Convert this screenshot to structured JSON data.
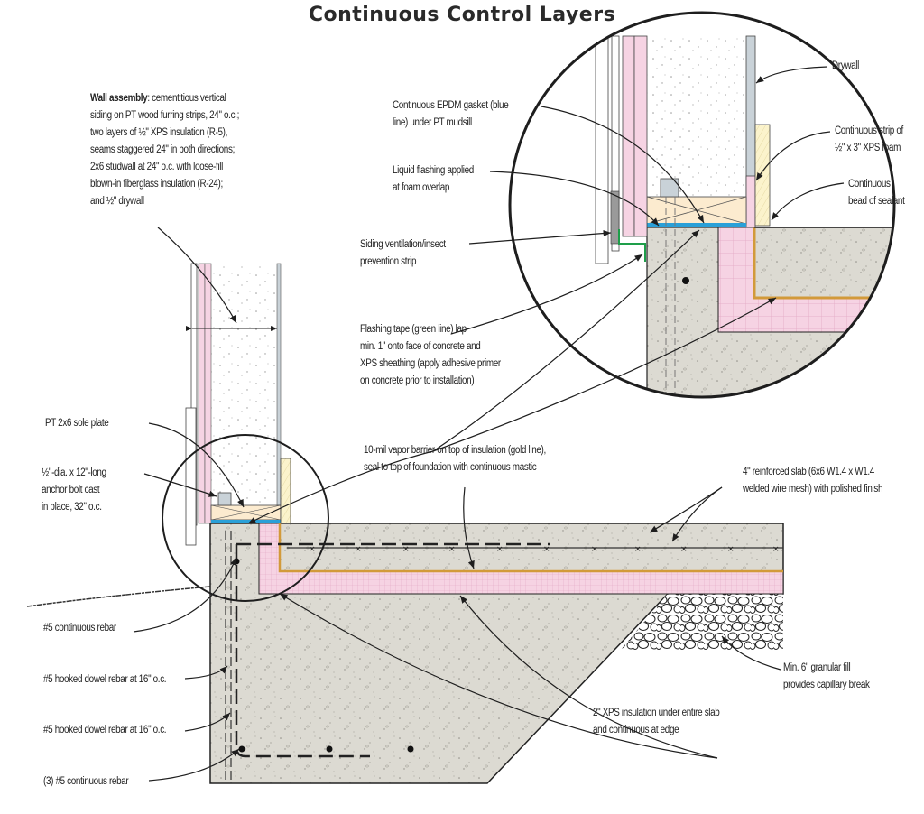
{
  "title": "Continuous Control Layers",
  "colors": {
    "concrete": "#dcdad2",
    "xps_pink": "#f6d3e3",
    "xps_grid": "#e2a8c4",
    "sill_wood": "#fcebcf",
    "drywall": "#c9d2d8",
    "vapor_barrier_gold": "#d29a3a",
    "epdm_gasket_blue": "#2aa0d8",
    "flashing_tape_green": "#1e9e4a",
    "line": "#1e1e1e"
  },
  "labels": {
    "wall_assembly": {
      "heading": "Wall assembly",
      "lines": [
        ": cementitious vertical",
        "siding on PT wood furring strips, 24\" o.c.;",
        "two layers of ½\" XPS insulation (R-5),",
        "seams staggered 24\" in both directions;",
        "2x6 studwall at 24\" o.c. with loose-fill",
        "blown-in fiberglass insulation (R-24);",
        "and ½\" drywall"
      ]
    },
    "epdm_gasket": [
      "Continuous EPDM gasket (blue",
      "line) under PT mudsill"
    ],
    "liquid_flashing": [
      "Liquid flashing applied",
      "at foam overlap"
    ],
    "siding_strip": [
      "Siding ventilation/insect",
      "prevention strip"
    ],
    "flashing_tape": [
      "Flashing tape (green line) lap",
      "min. 1\" onto face of concrete and",
      "XPS sheathing (apply adhesive primer",
      "on concrete prior to installation)"
    ],
    "drywall": [
      "Drywall"
    ],
    "xps_strip": [
      "Continuous strip of",
      "½\" x 3\" XPS foam"
    ],
    "sealant": [
      "Continuous",
      "bead of sealant"
    ],
    "sole_plate": [
      "PT 2x6 sole plate"
    ],
    "anchor_bolt": [
      "½\"-dia. x 12\"-long",
      "anchor bolt cast",
      "in place, 32\" o.c."
    ],
    "vapor_barrier": [
      "10-mil vapor barrier on top of insulation (gold line),",
      "seal to top of foundation with continuous mastic"
    ],
    "slab": [
      "4\" reinforced slab (6x6 W1.4 x W1.4",
      "welded wire mesh) with polished finish"
    ],
    "rebar_5": [
      "#5 continuous rebar"
    ],
    "dowel_1": [
      "#5 hooked dowel rebar at 16\" o.c."
    ],
    "dowel_2": [
      "#5 hooked dowel rebar at 16\" o.c."
    ],
    "rebar_3": [
      "(3) #5 continuous rebar"
    ],
    "gravel": [
      "Min. 6\" granular fill",
      "provides capillary break"
    ],
    "xps_slab": [
      "2\" XPS insulation under entire slab",
      "and continuous at edge"
    ]
  }
}
